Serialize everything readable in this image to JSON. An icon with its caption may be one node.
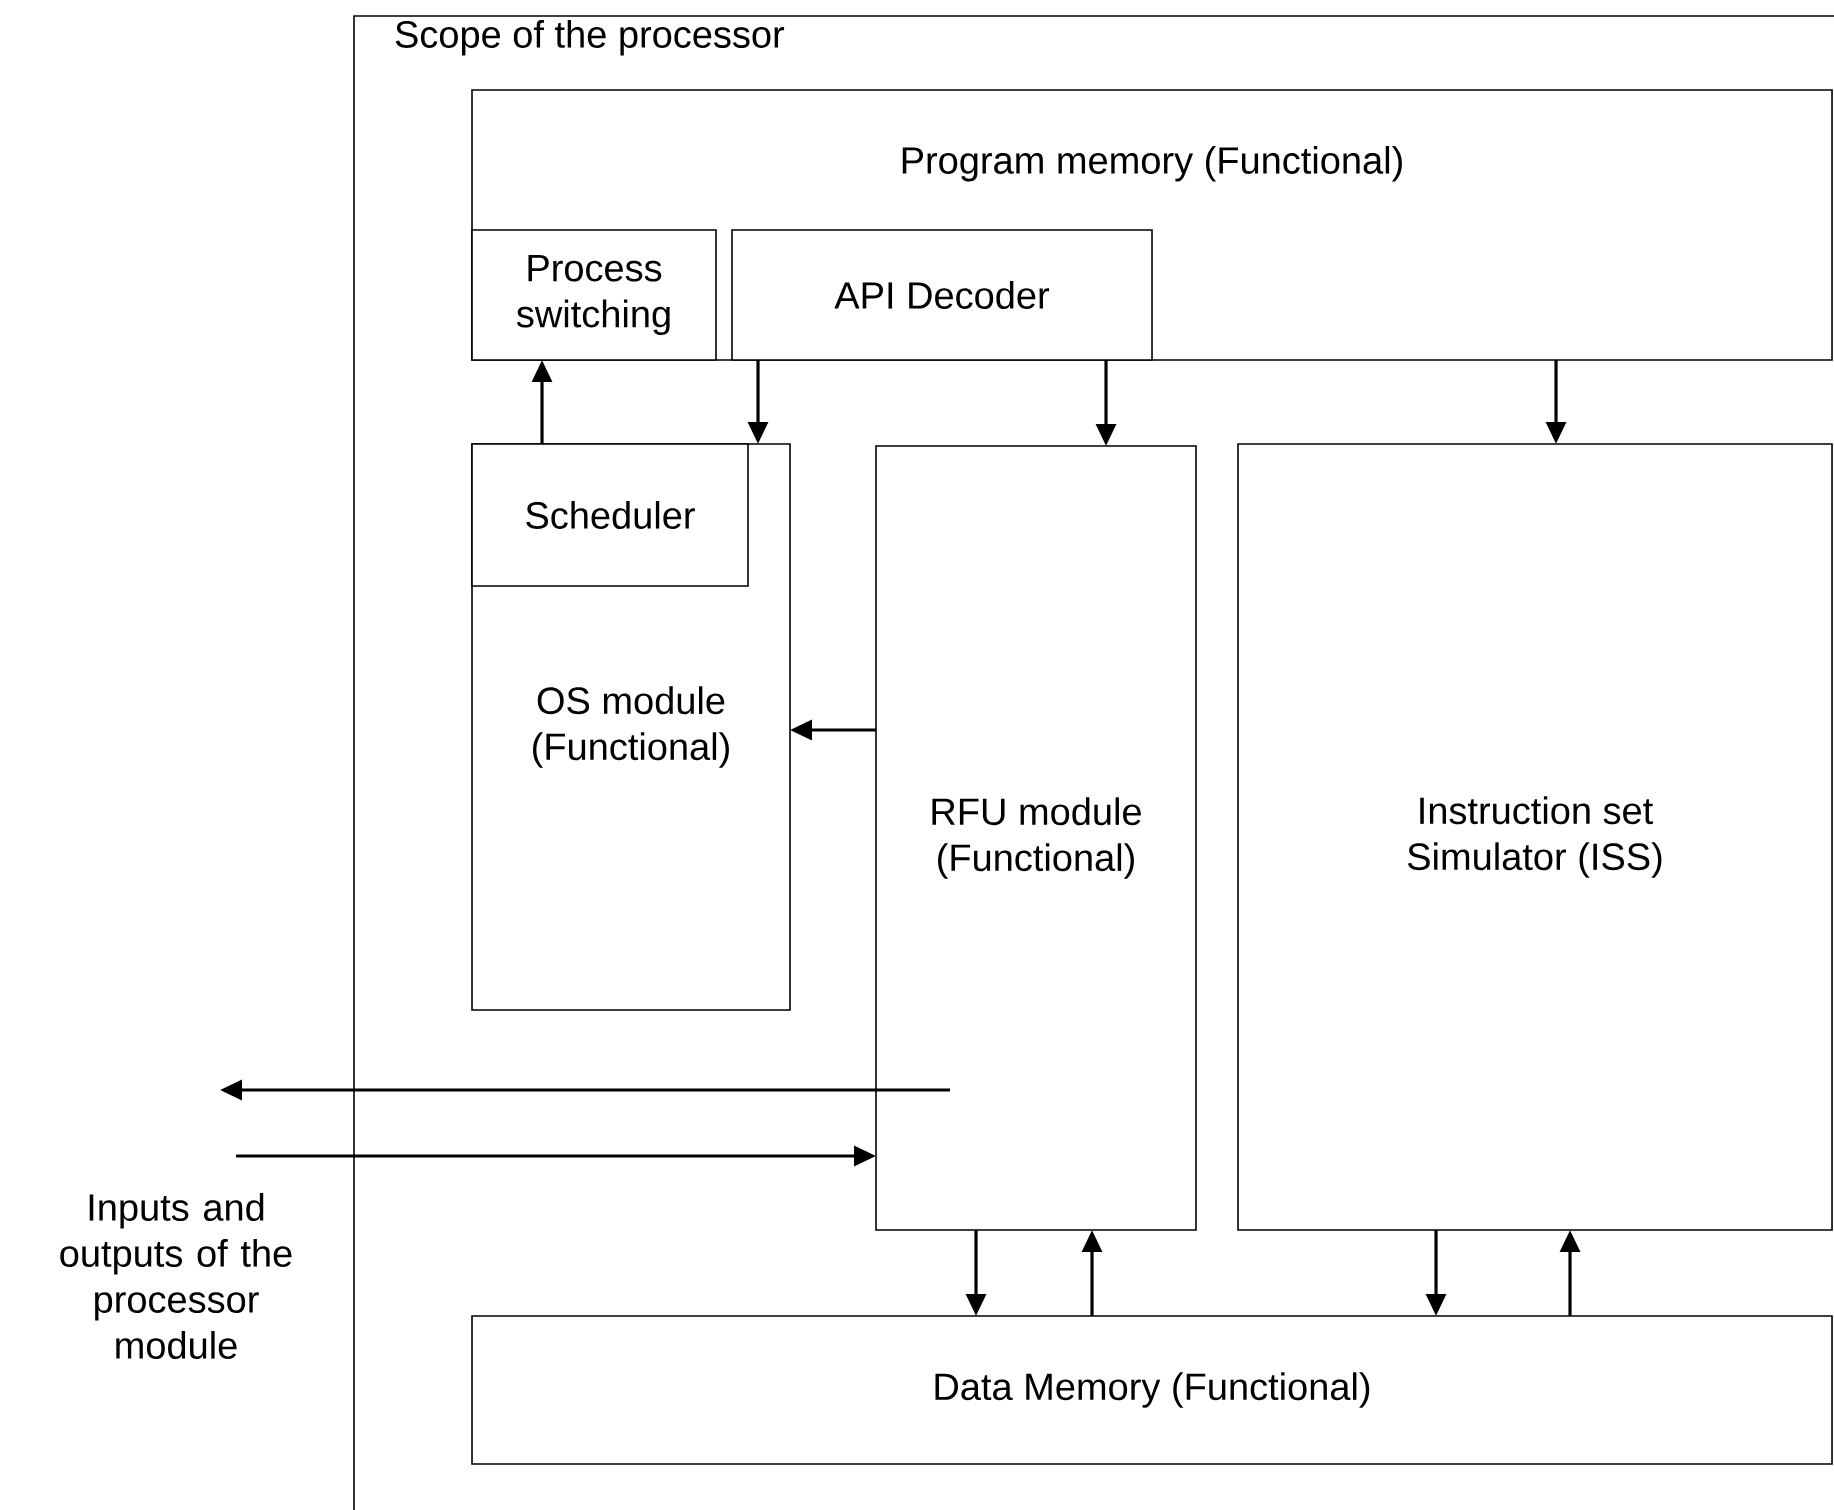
{
  "diagram": {
    "nodes": [
      {
        "text": [
          "Scope of the processor"
        ]
      },
      {
        "text": [
          "Program memory (Functional)"
        ],
        "in": 0
      },
      {
        "text": [
          "Process switching"
        ],
        "in": 1
      },
      {
        "text": [
          "API Decoder"
        ],
        "in": 1
      },
      {
        "text": [
          "OS module (Functional)"
        ],
        "in": 0
      },
      {
        "text": [
          "Scheduler"
        ],
        "in": 4
      },
      {
        "text": [
          "RFU module (Functional)"
        ],
        "in": 0
      },
      {
        "text": [
          "Instruction set Simulator (ISS)"
        ],
        "in": 0
      },
      {
        "text": [
          "Data Memory (Functional)"
        ],
        "in": 0
      }
    ],
    "edges": [
      {
        "from": 5,
        "to": 2,
        "arrow": "to"
      },
      {
        "from": 3,
        "to": 4,
        "arrow": "to"
      },
      {
        "from": 3,
        "to": 6,
        "arrow": "to"
      },
      {
        "from": 1,
        "to": 7,
        "arrow": "to"
      },
      {
        "from": 6,
        "to": 4,
        "arrow": "to"
      },
      {
        "from": null,
        "to": 6,
        "arrow": "to"
      },
      {
        "from": 6,
        "to": null,
        "arrow": "to"
      },
      {
        "from": 6,
        "to": 8,
        "arrow": "to"
      },
      {
        "from": 8,
        "to": 6,
        "arrow": "to"
      },
      {
        "from": 7,
        "to": 8,
        "arrow": "to"
      },
      {
        "from": 8,
        "to": 7,
        "arrow": "to"
      }
    ],
    "labels": [
      "Inputs and outputs of the processor module"
    ]
  }
}
